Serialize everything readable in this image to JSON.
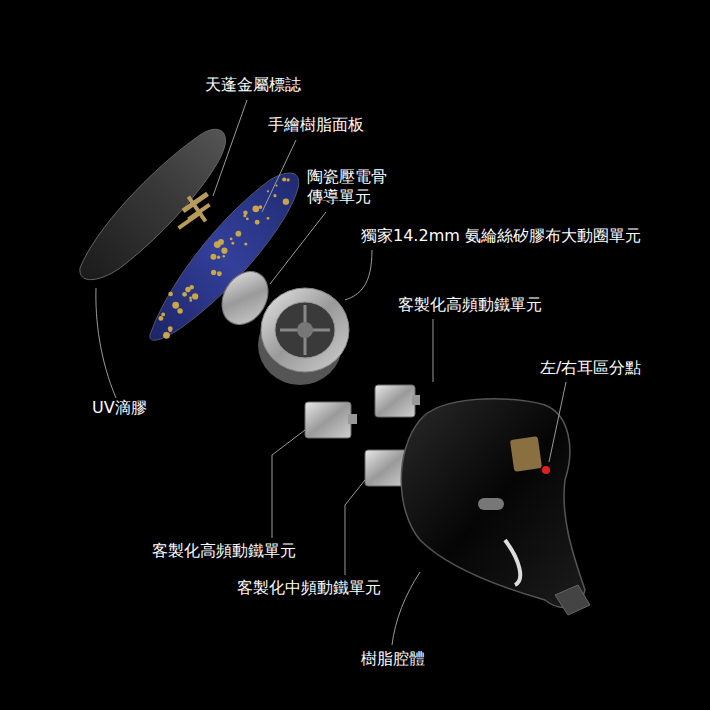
{
  "diagram": {
    "labels": [
      "天蓬金屬標誌",
      "手繪樹脂面板",
      "陶瓷壓電骨 傳導單元",
      "獨家14.2mm 氨綸絲矽膠布大動圈單元",
      "客製化高頻動鐵單元",
      "左/右耳區分點",
      "UV滴膠",
      "客製化高頻動鐵單元",
      "客製化中頻動鐵單元",
      "樹脂腔體"
    ]
  }
}
